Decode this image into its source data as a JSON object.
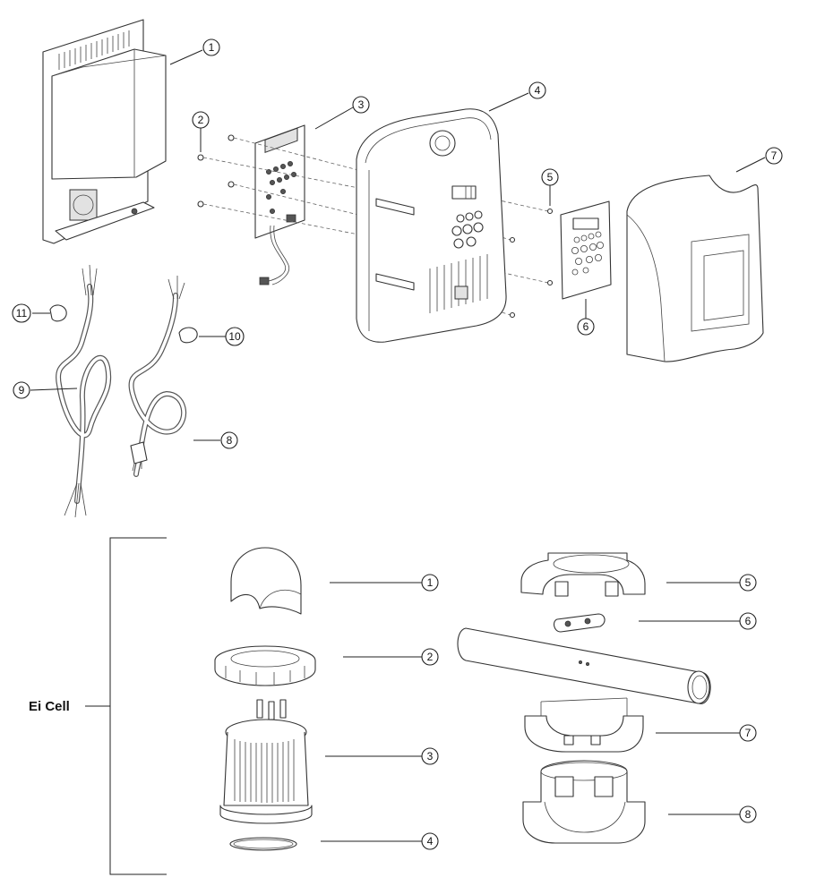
{
  "section_label": "Ei Cell",
  "upper_callouts": [
    "1",
    "2",
    "3",
    "4",
    "5",
    "6",
    "7",
    "8",
    "9",
    "10",
    "11"
  ],
  "lower_callouts": [
    "1",
    "2",
    "3",
    "4",
    "5",
    "6",
    "7",
    "8"
  ]
}
